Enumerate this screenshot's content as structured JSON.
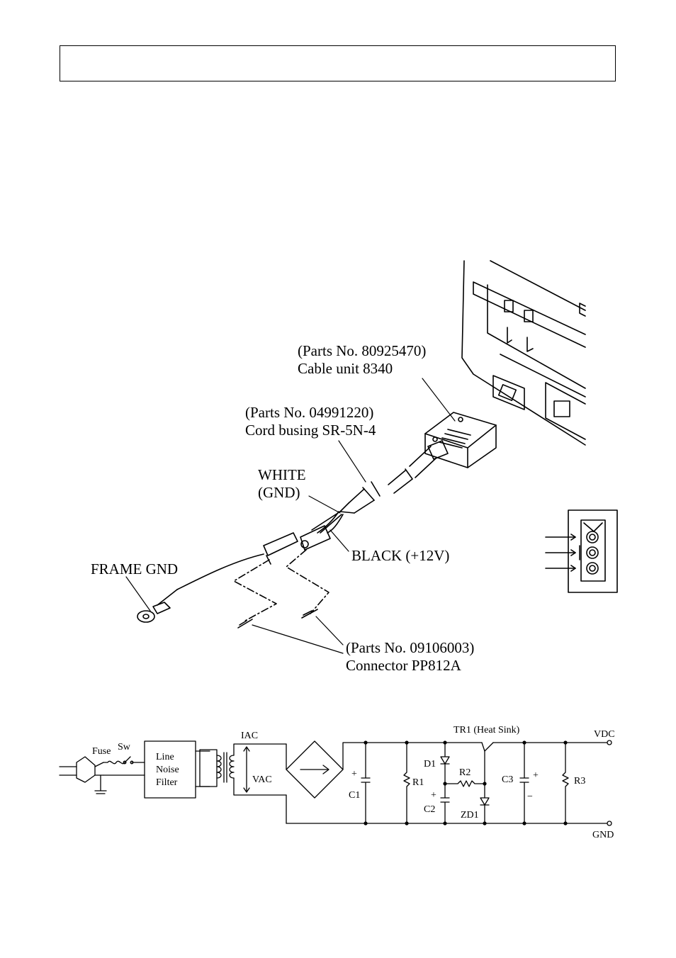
{
  "header": {
    "title": ""
  },
  "cable_diagram": {
    "cable_unit": {
      "parts_no": "(Parts No. 80925470)",
      "name": "Cable unit 8340"
    },
    "cord_bushing": {
      "parts_no": "(Parts No. 04991220)",
      "name": "Cord busing SR-5N-4"
    },
    "white_wire": {
      "color": "WHITE",
      "signal": "(GND)"
    },
    "black_wire": "BLACK (+12V)",
    "frame_gnd": "FRAME GND",
    "connector": {
      "parts_no": "(Parts No. 09106003)",
      "name": "Connector PP812A"
    }
  },
  "schematic": {
    "fuse": "Fuse",
    "switch": "Sw",
    "filter": [
      "Line",
      "Noise",
      "Filter"
    ],
    "iac": "IAC",
    "vac": "VAC",
    "c1": "C1",
    "r1": "R1",
    "d1": "D1",
    "r2": "R2",
    "c2": "C2",
    "zd1": "ZD1",
    "tr1": "TR1 (Heat Sink)",
    "c3": "C3",
    "r3": "R3",
    "vdc": "VDC",
    "gnd": "GND",
    "plus": "+",
    "minus": "−"
  }
}
